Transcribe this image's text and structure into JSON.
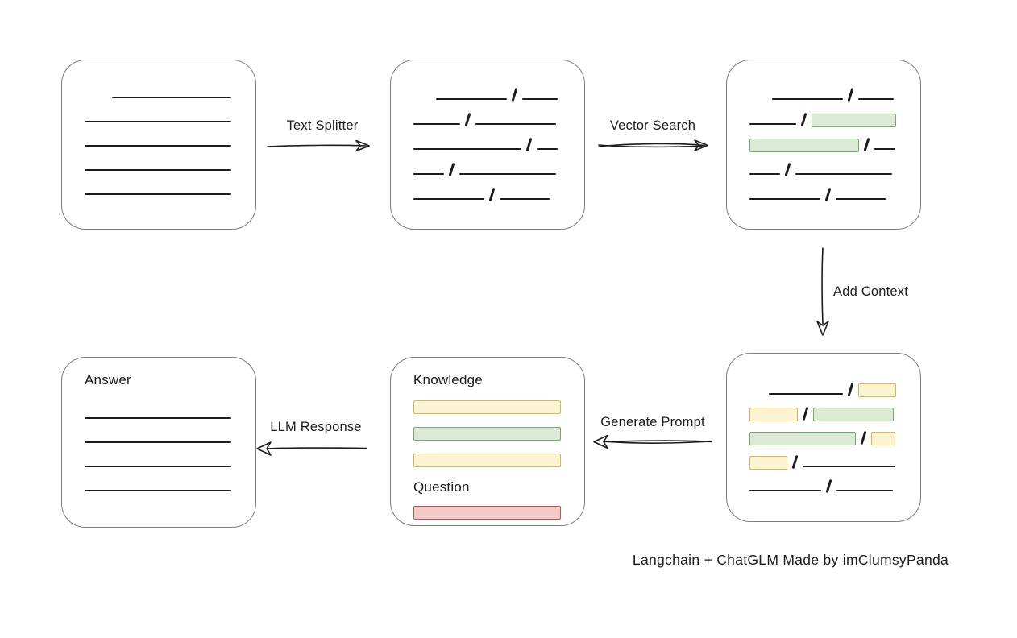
{
  "diagram": {
    "caption": "Langchain + ChatGLM Made by imClumsyPanda",
    "arrows": {
      "text_splitter": "Text Splitter",
      "vector_search": "Vector Search",
      "add_context": "Add Context",
      "generate_prompt": "Generate Prompt",
      "llm_response": "LLM Response"
    },
    "prompt_box": {
      "knowledge_label": "Knowledge",
      "question_label": "Question"
    },
    "answer_box": {
      "label": "Answer"
    }
  },
  "colors": {
    "stroke": "#1c1c1c",
    "box_border": "#7e7e7e",
    "green_fill": "#dcead5",
    "green_border": "#74a96a",
    "yellow_fill": "#fcf3d3",
    "yellow_border": "#d9b64e",
    "red_fill": "#f3cac7",
    "red_border": "#c0534e"
  },
  "boxes": {
    "document_rows": [
      [
        {
          "t": "gap",
          "w": 26
        },
        {
          "t": "line",
          "w": 148
        }
      ],
      [
        {
          "t": "line",
          "w": 182
        }
      ],
      [
        {
          "t": "line",
          "w": 182
        }
      ],
      [
        {
          "t": "line",
          "w": 182
        }
      ],
      [
        {
          "t": "line",
          "w": 182
        }
      ]
    ],
    "split_chunk_rows": [
      [
        {
          "t": "gap",
          "w": 20
        },
        {
          "t": "line",
          "w": 88
        },
        {
          "t": "slash"
        },
        {
          "t": "line",
          "w": 44
        }
      ],
      [
        {
          "t": "line",
          "w": 58
        },
        {
          "t": "slash"
        },
        {
          "t": "line",
          "w": 100
        }
      ],
      [
        {
          "t": "line",
          "w": 134
        },
        {
          "t": "slash"
        },
        {
          "t": "line",
          "w": 26
        }
      ],
      [
        {
          "t": "line",
          "w": 38
        },
        {
          "t": "slash"
        },
        {
          "t": "line",
          "w": 120
        }
      ],
      [
        {
          "t": "line",
          "w": 88
        },
        {
          "t": "slash"
        },
        {
          "t": "line",
          "w": 62
        }
      ]
    ],
    "search_chunk_rows": [
      [
        {
          "t": "gap",
          "w": 20
        },
        {
          "t": "line",
          "w": 88
        },
        {
          "t": "slash"
        },
        {
          "t": "line",
          "w": 44
        }
      ],
      [
        {
          "t": "line",
          "w": 58
        },
        {
          "t": "slash"
        },
        {
          "t": "green",
          "w": 105
        }
      ],
      [
        {
          "t": "green",
          "w": 136
        },
        {
          "t": "slash"
        },
        {
          "t": "line",
          "w": 26
        }
      ],
      [
        {
          "t": "line",
          "w": 38
        },
        {
          "t": "slash"
        },
        {
          "t": "line",
          "w": 120
        }
      ],
      [
        {
          "t": "line",
          "w": 88
        },
        {
          "t": "slash"
        },
        {
          "t": "line",
          "w": 62
        }
      ]
    ],
    "context_chunk_rows": [
      [
        {
          "t": "gap",
          "w": 16
        },
        {
          "t": "line",
          "w": 92
        },
        {
          "t": "slash"
        },
        {
          "t": "yellow",
          "w": 47
        }
      ],
      [
        {
          "t": "yellow",
          "w": 60
        },
        {
          "t": "slash"
        },
        {
          "t": "green",
          "w": 100
        }
      ],
      [
        {
          "t": "green",
          "w": 132
        },
        {
          "t": "slash"
        },
        {
          "t": "yellow",
          "w": 30
        }
      ],
      [
        {
          "t": "yellow",
          "w": 47
        },
        {
          "t": "slash"
        },
        {
          "t": "line",
          "w": 115
        }
      ],
      [
        {
          "t": "line",
          "w": 89
        },
        {
          "t": "slash"
        },
        {
          "t": "line",
          "w": 70
        }
      ]
    ],
    "knowledge_bars": [
      [
        {
          "t": "yellow",
          "w": 183
        }
      ],
      [
        {
          "t": "green",
          "w": 183
        }
      ],
      [
        {
          "t": "yellow",
          "w": 183
        }
      ]
    ],
    "question_bars": [
      [
        {
          "t": "red",
          "w": 183
        }
      ]
    ],
    "answer_lines": [
      [
        {
          "t": "line",
          "w": 182
        }
      ],
      [
        {
          "t": "line",
          "w": 182
        }
      ],
      [
        {
          "t": "line",
          "w": 182
        }
      ],
      [
        {
          "t": "line",
          "w": 182
        }
      ]
    ]
  }
}
